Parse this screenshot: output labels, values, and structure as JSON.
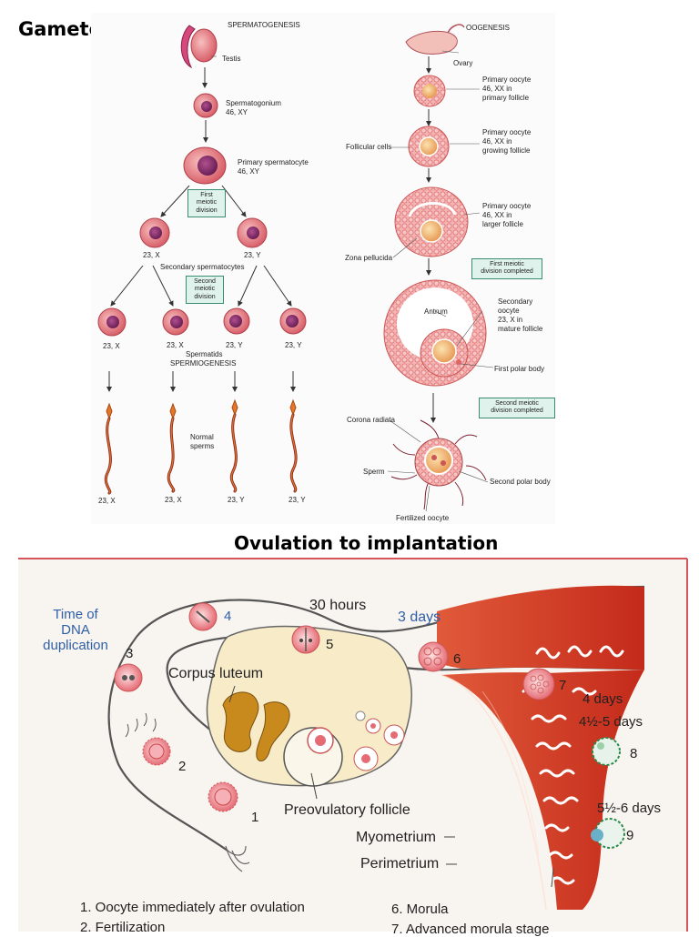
{
  "titles": {
    "gametogenesis": "Gametogenesis",
    "ovulation": "Ovulation to implantation"
  },
  "spermatogenesis": {
    "heading": "SPERMATOGENESIS",
    "testis": "Testis",
    "spermatogonium": "Spermatogonium\n46, XY",
    "primary_spermatocyte": "Primary spermatocyte\n46, XY",
    "first_meiotic": "First\nmeiotic\ndivision",
    "secondary_left": "23, X",
    "secondary_right": "23, Y",
    "secondary_label": "Secondary spermatocytes",
    "second_meiotic": "Second\nmeiotic\ndivision",
    "spermatid_1": "23, X",
    "spermatid_2": "23, X",
    "spermatid_3": "23, Y",
    "spermatid_4": "23, Y",
    "spermatids_label": "Spermatids",
    "spermiogenesis": "SPERMIOGENESIS",
    "normal_sperms": "Normal\nsperms",
    "sperm_1": "23, X",
    "sperm_2": "23, X",
    "sperm_3": "23, Y",
    "sperm_4": "23, Y"
  },
  "oogenesis": {
    "heading": "OOGENESIS",
    "ovary": "Ovary",
    "primary_oocyte_1": "Primary oocyte\n46, XX in\nprimary follicle",
    "follicular_cells": "Follicular cells",
    "primary_oocyte_2": "Primary oocyte\n46, XX in\ngrowing follicle",
    "primary_oocyte_3": "Primary oocyte\n46, XX in\nlarger follicle",
    "zona_pellucida": "Zona pellucida",
    "first_meiotic_completed": "First meiotic\ndivision completed",
    "antrum": "Antrum",
    "secondary_oocyte": "Secondary\noocyte\n23, X in\nmature follicle",
    "first_polar_body": "First polar body",
    "second_meiotic_completed": "Second meiotic\ndivision completed",
    "corona_radiata": "Corona radiata",
    "sperm": "Sperm",
    "second_polar_body": "Second polar body",
    "fertilized_oocyte": "Fertilized oocyte"
  },
  "ovulation": {
    "time_of_dna": "Time of\nDNA\nduplication",
    "hours_30": "30 hours",
    "days_3": "3 days",
    "corpus_luteum": "Corpus luteum",
    "days_4": "4 days",
    "days_4_5": "4½-5 days",
    "preovulatory_follicle": "Preovulatory follicle",
    "days_5_6": "5½-6 days",
    "myometrium": "Myometrium",
    "perimetrium": "Perimetrium",
    "num_1": "1",
    "num_2": "2",
    "num_3": "3",
    "num_4": "4",
    "num_5": "5",
    "num_6": "6",
    "num_7": "7",
    "num_8": "8",
    "num_9": "9",
    "legend_1": "1.  Oocyte immediately after ovulation",
    "legend_2": "2.  Fertilization",
    "legend_6": "6.  Morula",
    "legend_7": "7.  Advanced morula stage"
  },
  "colors": {
    "cell_pink": "#e8858a",
    "nucleus_purple": "#8a2b6e",
    "follicle_pink": "#f0a4a8",
    "muscle_red": "#cc3322",
    "box_green": "#dff3ec",
    "blue_label": "#2f5fa8",
    "ovary_cream": "#f7ebc8"
  }
}
